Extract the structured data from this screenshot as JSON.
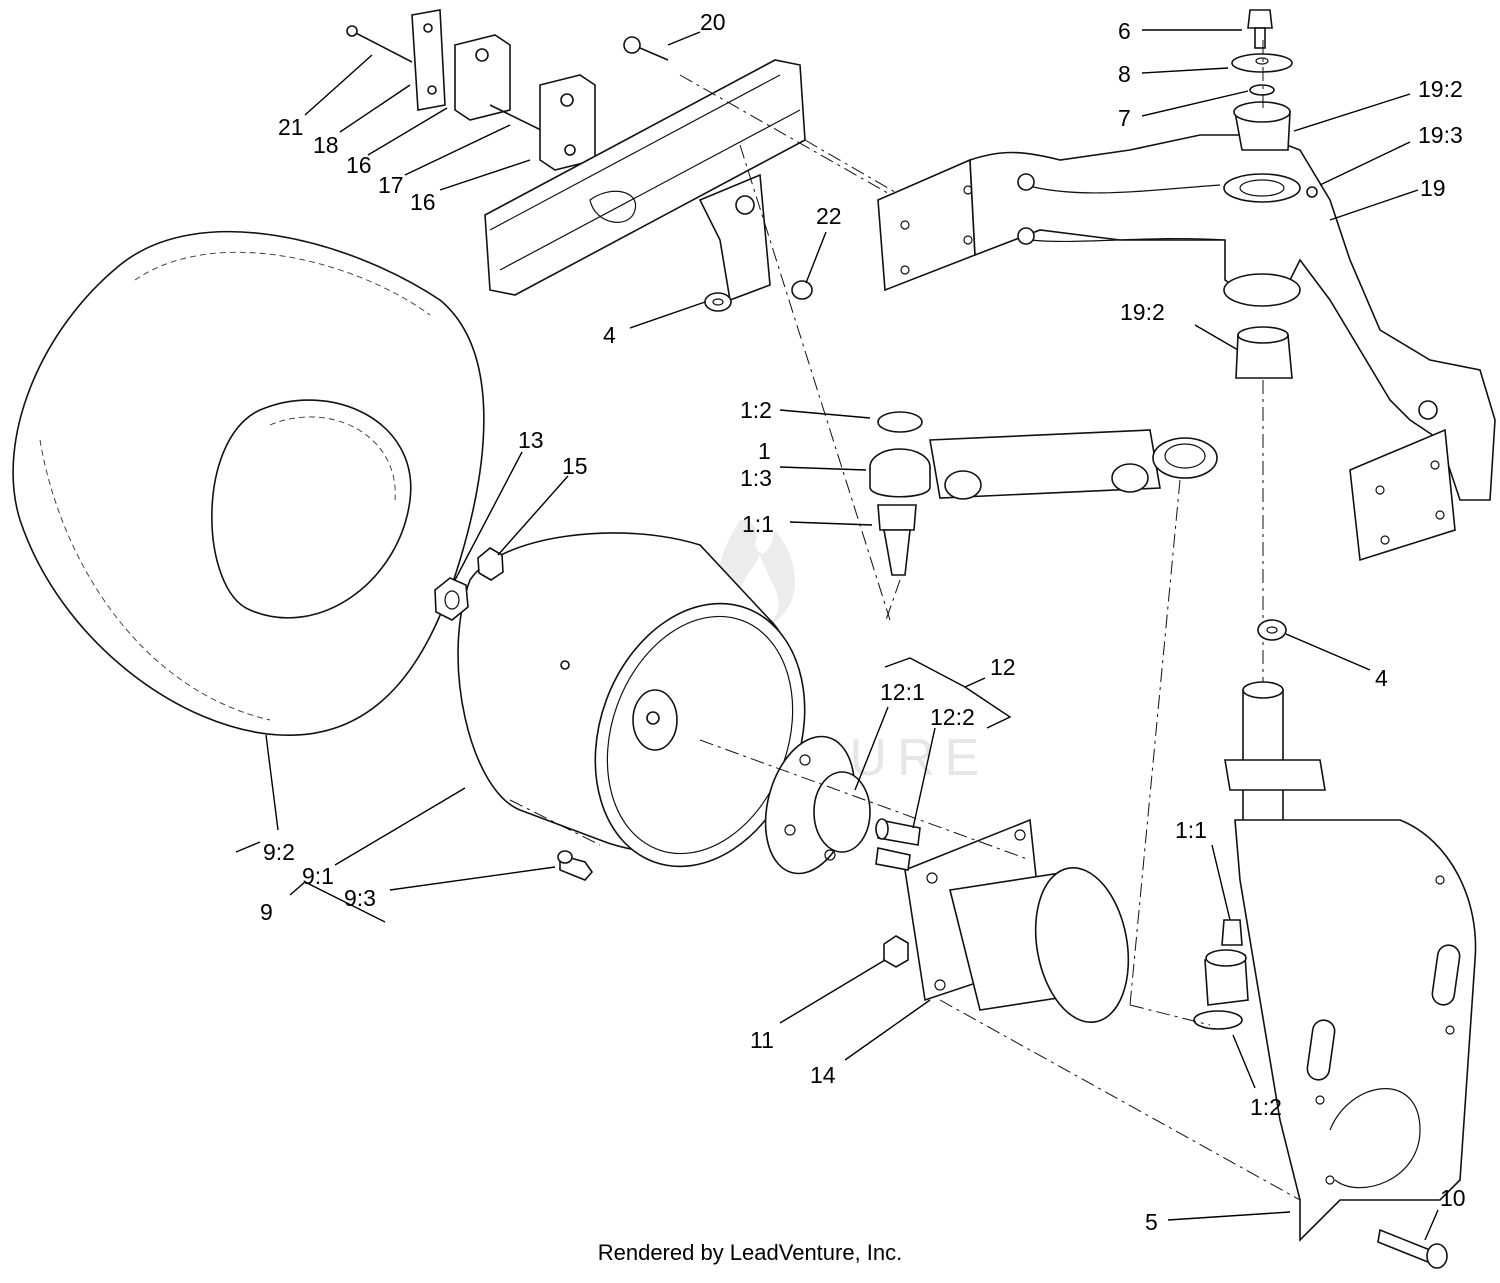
{
  "watermark": "LEADVENTURE",
  "footer": "Rendered by LeadVenture, Inc.",
  "callouts": {
    "c20": "20",
    "c21": "21",
    "c18": "18",
    "c16a": "16",
    "c17": "17",
    "c16b": "16",
    "c22": "22",
    "c4a": "4",
    "c6": "6",
    "c8": "8",
    "c7": "7",
    "c19_2a": "19:2",
    "c19_3": "19:3",
    "c19": "19",
    "c19_2b": "19:2",
    "c1_2a": "1:2",
    "c1": "1",
    "c1_3": "1:3",
    "c1_1a": "1:1",
    "c13": "13",
    "c15": "15",
    "c4b": "4",
    "c12": "12",
    "c12_1": "12:1",
    "c12_2": "12:2",
    "c1_1b": "1:1",
    "c9_2": "9:2",
    "c9_1": "9:1",
    "c9_3": "9:3",
    "c9": "9",
    "c11": "11",
    "c14": "14",
    "c1_2b": "1:2",
    "c5": "5",
    "c10": "10"
  }
}
